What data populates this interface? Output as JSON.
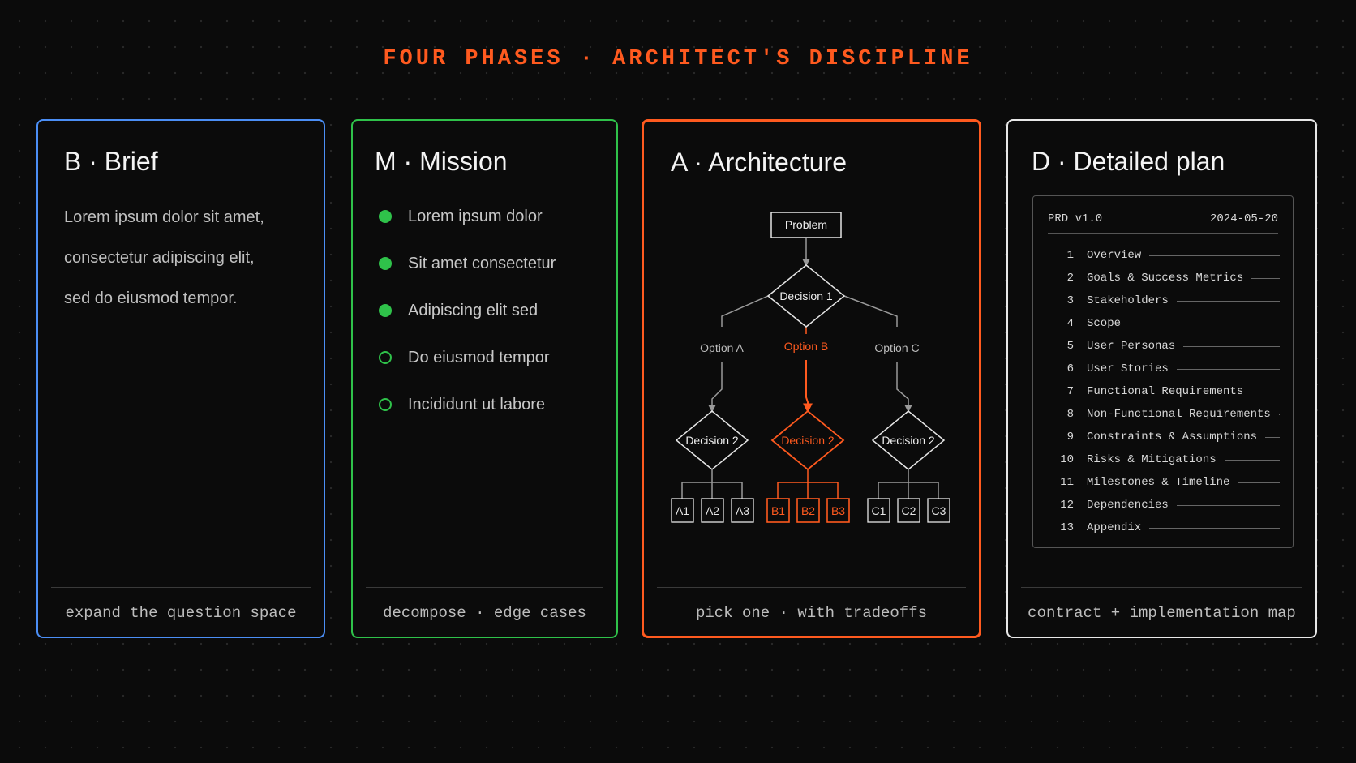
{
  "header": {
    "title": "FOUR PHASES · ARCHITECT'S DISCIPLINE"
  },
  "colors": {
    "accent": "#ff5a1f",
    "brief": "#4b8ef5",
    "mission": "#2fc24a",
    "detailed": "#e8e8e8"
  },
  "panels": {
    "brief": {
      "title": "B · Brief",
      "lines": [
        "Lorem ipsum dolor sit amet,",
        "consectetur adipiscing elit,",
        "sed do eiusmod tempor."
      ],
      "footer": "expand the question space"
    },
    "mission": {
      "title": "M · Mission",
      "items": [
        {
          "label": "Lorem ipsum dolor",
          "state": "filled"
        },
        {
          "label": "Sit amet consectetur",
          "state": "filled"
        },
        {
          "label": "Adipiscing elit sed",
          "state": "filled"
        },
        {
          "label": "Do eiusmod tempor",
          "state": "hollow"
        },
        {
          "label": "Incididunt ut labore",
          "state": "hollow"
        }
      ],
      "footer": "decompose · edge cases"
    },
    "architecture": {
      "title": "A · Architecture",
      "problem": "Problem",
      "decision1": "Decision 1",
      "options": [
        "Option A",
        "Option B",
        "Option C"
      ],
      "decision2": [
        "Decision 2",
        "Decision 2",
        "Decision 2"
      ],
      "leaves": [
        [
          "A1",
          "A2",
          "A3"
        ],
        [
          "B1",
          "B2",
          "B3"
        ],
        [
          "C1",
          "C2",
          "C3"
        ]
      ],
      "selected_option": "Option B",
      "footer": "pick one · with tradeoffs"
    },
    "detailed": {
      "title": "D · Detailed plan",
      "doc_name": "PRD v1.0",
      "doc_date": "2024-05-20",
      "sections": [
        {
          "num": "1",
          "label": "Overview"
        },
        {
          "num": "2",
          "label": "Goals & Success Metrics"
        },
        {
          "num": "3",
          "label": "Stakeholders"
        },
        {
          "num": "4",
          "label": "Scope"
        },
        {
          "num": "5",
          "label": "User Personas"
        },
        {
          "num": "6",
          "label": "User Stories"
        },
        {
          "num": "7",
          "label": "Functional Requirements"
        },
        {
          "num": "8",
          "label": "Non-Functional Requirements"
        },
        {
          "num": "9",
          "label": "Constraints & Assumptions"
        },
        {
          "num": "10",
          "label": "Risks & Mitigations"
        },
        {
          "num": "11",
          "label": "Milestones & Timeline"
        },
        {
          "num": "12",
          "label": "Dependencies"
        },
        {
          "num": "13",
          "label": "Appendix"
        }
      ],
      "footer": "contract + implementation map"
    }
  }
}
